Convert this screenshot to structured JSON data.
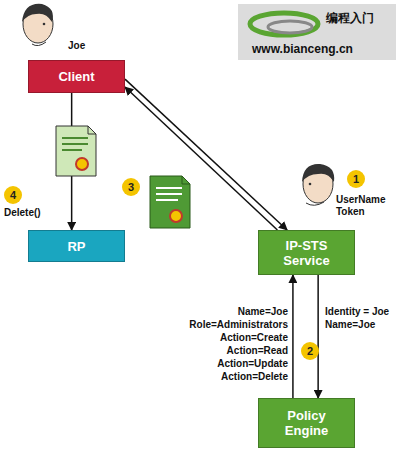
{
  "diagram": {
    "nodes": [
      {
        "text": [
          "Client"
        ]
      },
      {
        "text": [
          "RP"
        ]
      },
      {
        "text": [
          "IP-STS Service"
        ]
      },
      {
        "text": [
          "Policy Engine"
        ]
      }
    ],
    "edges": [
      {
        "from": 0,
        "to": 1,
        "arrow": "to"
      },
      {
        "from": 0,
        "to": 2,
        "arrow": "to"
      },
      {
        "from": 2,
        "to": 0,
        "arrow": "to"
      },
      {
        "from": 3,
        "to": 2,
        "arrow": "to"
      },
      {
        "from": 2,
        "to": 3,
        "arrow": "to"
      }
    ],
    "labels": [
      "编程入门",
      "www.bianceng.cn",
      "Joe",
      "1",
      "UserName Token",
      "2",
      "3",
      "4",
      "Delete()",
      "Name=Joe",
      "Role=Administrators",
      "Action=Create",
      "Action=Read",
      "Action=Update",
      "Action=Delete",
      "Identity = Joe",
      "Name=Joe"
    ]
  }
}
